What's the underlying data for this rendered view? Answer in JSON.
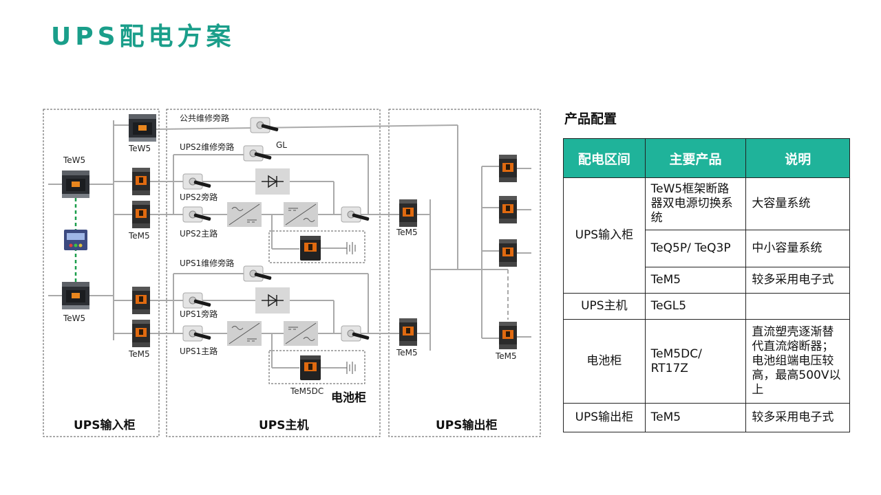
{
  "title": "UPS配电方案",
  "diagram": {
    "sections": {
      "input": "UPS输入柜",
      "host": "UPS主机",
      "output": "UPS输出柜",
      "battery": "电池柜"
    },
    "labels": {
      "tew5_top": "TeW5",
      "tew5_main_top": "TeW5",
      "tew5_main_bottom": "TeW5",
      "tem5_input_upper": "TeM5",
      "tem5_input_lower": "TeM5",
      "public_bypass": "公共维修旁路",
      "gl": "GL",
      "ups2_maint": "UPS2维修旁路",
      "ups2_bypass": "UPS2旁路",
      "ups2_main": "UPS2主路",
      "ups1_maint": "UPS1维修旁路",
      "ups1_bypass": "UPS1旁路",
      "ups1_main": "UPS1主路",
      "tem5dc": "TeM5DC",
      "tem5_mid_upper": "TeM5",
      "tem5_mid_lower": "TeM5",
      "tem5_out_bottom": "TeM5"
    }
  },
  "config": {
    "title": "产品配置",
    "headers": [
      "配电区间",
      "主要产品",
      "说明"
    ],
    "groups": [
      {
        "zone": "UPS输入柜",
        "rows": [
          {
            "product": "TeW5框架断路器双电源切换系统",
            "note": "大容量系统"
          },
          {
            "product": "TeQ5P/ TeQ3P",
            "note": "中小容量系统"
          },
          {
            "product": "TeM5",
            "note": "较多采用电子式"
          }
        ]
      },
      {
        "zone": "UPS主机",
        "rows": [
          {
            "product": "TeGL5",
            "note": ""
          }
        ]
      },
      {
        "zone": "电池柜",
        "rows": [
          {
            "product": "TeM5DC/ RT17Z",
            "note": "直流塑壳逐渐替代直流熔断器；电池组端电压较高，最高500V以上"
          }
        ]
      },
      {
        "zone": "UPS输出柜",
        "rows": [
          {
            "product": "TeM5",
            "note": "较多采用电子式"
          }
        ]
      }
    ]
  }
}
